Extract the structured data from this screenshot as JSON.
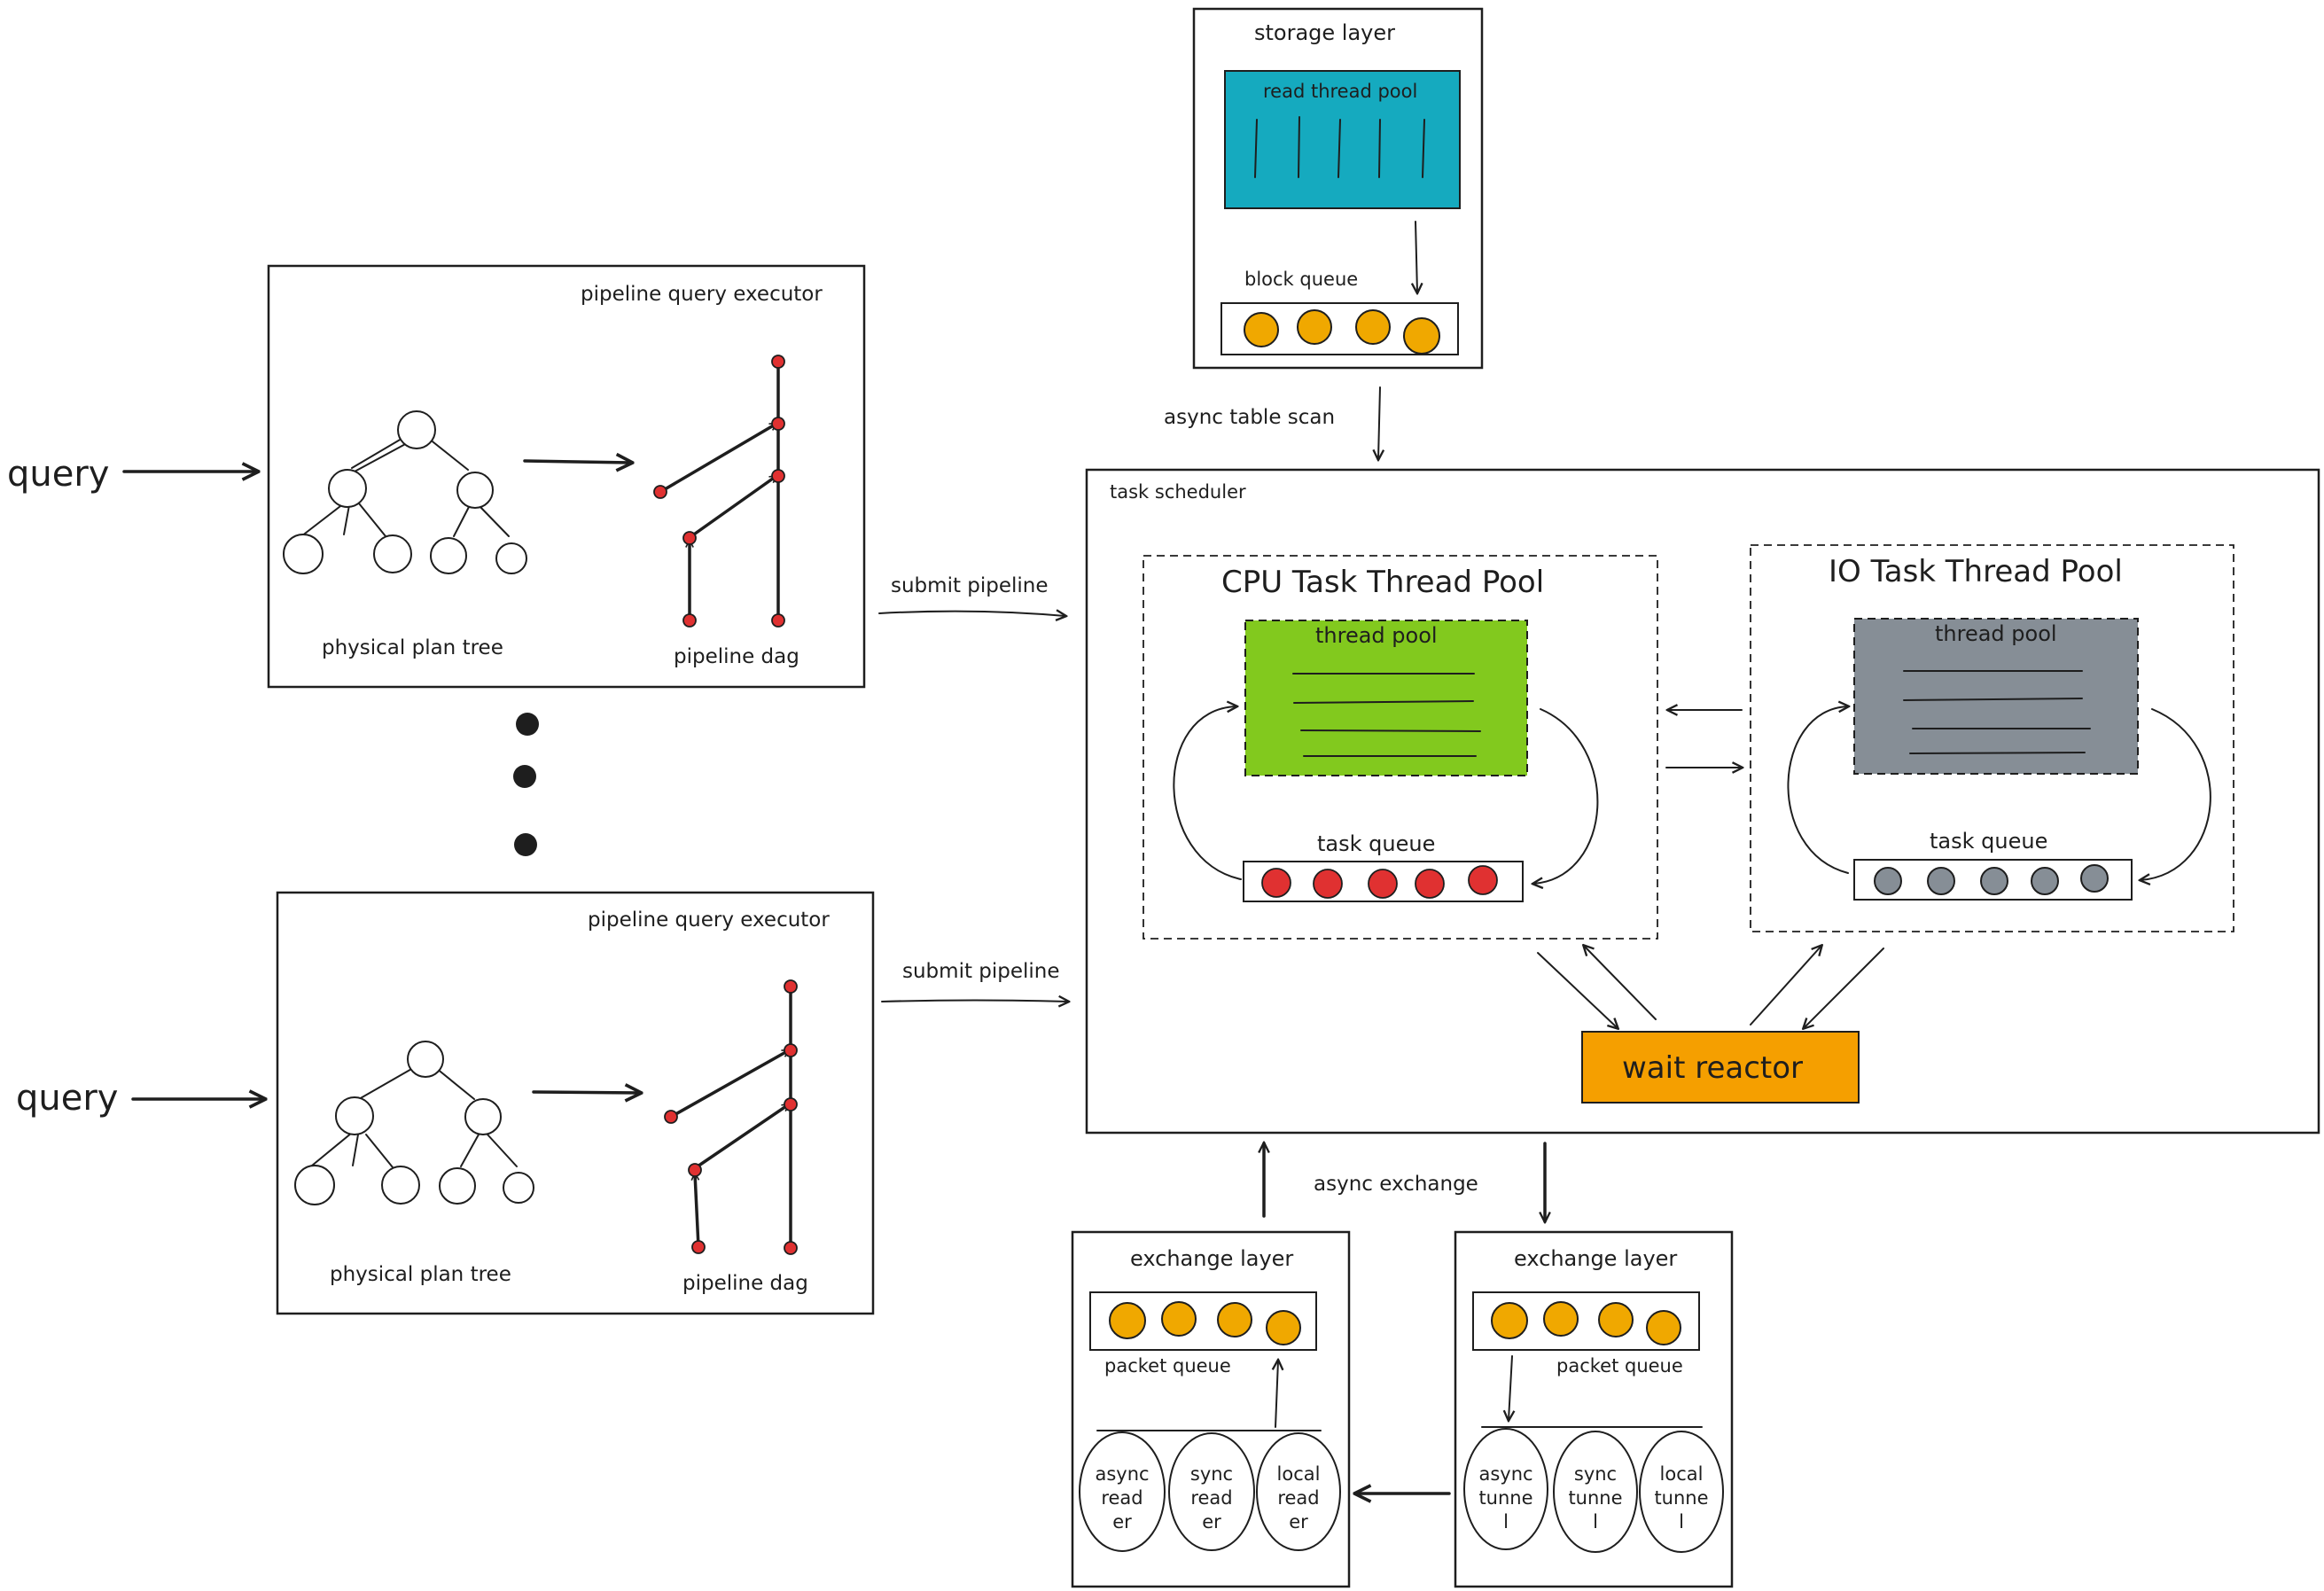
{
  "query_label": "query",
  "executors": [
    {
      "title": "pipeline query executor",
      "plan_label": "physical plan tree",
      "dag_label": "pipeline dag",
      "submit_label": "submit pipeline"
    },
    {
      "title": "pipeline query executor",
      "plan_label": "physical plan tree",
      "dag_label": "pipeline dag",
      "submit_label": "submit pipeline"
    }
  ],
  "storage": {
    "title": "storage layer",
    "pool_label": "read thread pool",
    "queue_label": "block queue",
    "scan_label": "async table scan"
  },
  "scheduler": {
    "title": "task scheduler",
    "cpu": {
      "title": "CPU Task Thread Pool",
      "pool_label": "thread pool",
      "queue_label": "task queue"
    },
    "io": {
      "title": "IO Task Thread Pool",
      "pool_label": "thread pool",
      "queue_label": "task queue"
    },
    "reactor_label": "wait reactor"
  },
  "exchange_label": "async exchange",
  "exchange_left": {
    "title": "exchange layer",
    "queue_label": "packet queue",
    "nodes": [
      "async read er",
      "sync read er",
      "local read er"
    ]
  },
  "exchange_right": {
    "title": "exchange layer",
    "queue_label": "packet queue",
    "nodes": [
      "async tunne l",
      "sync tunne l",
      "local tunne l"
    ]
  },
  "colors": {
    "read_pool": "#15aabf",
    "cpu_pool": "#82c91e",
    "io_pool": "#868e96",
    "reactor": "#f59f00",
    "red_task": "#e03131",
    "orange_item": "#f0a800",
    "gray_task": "#868e96"
  }
}
